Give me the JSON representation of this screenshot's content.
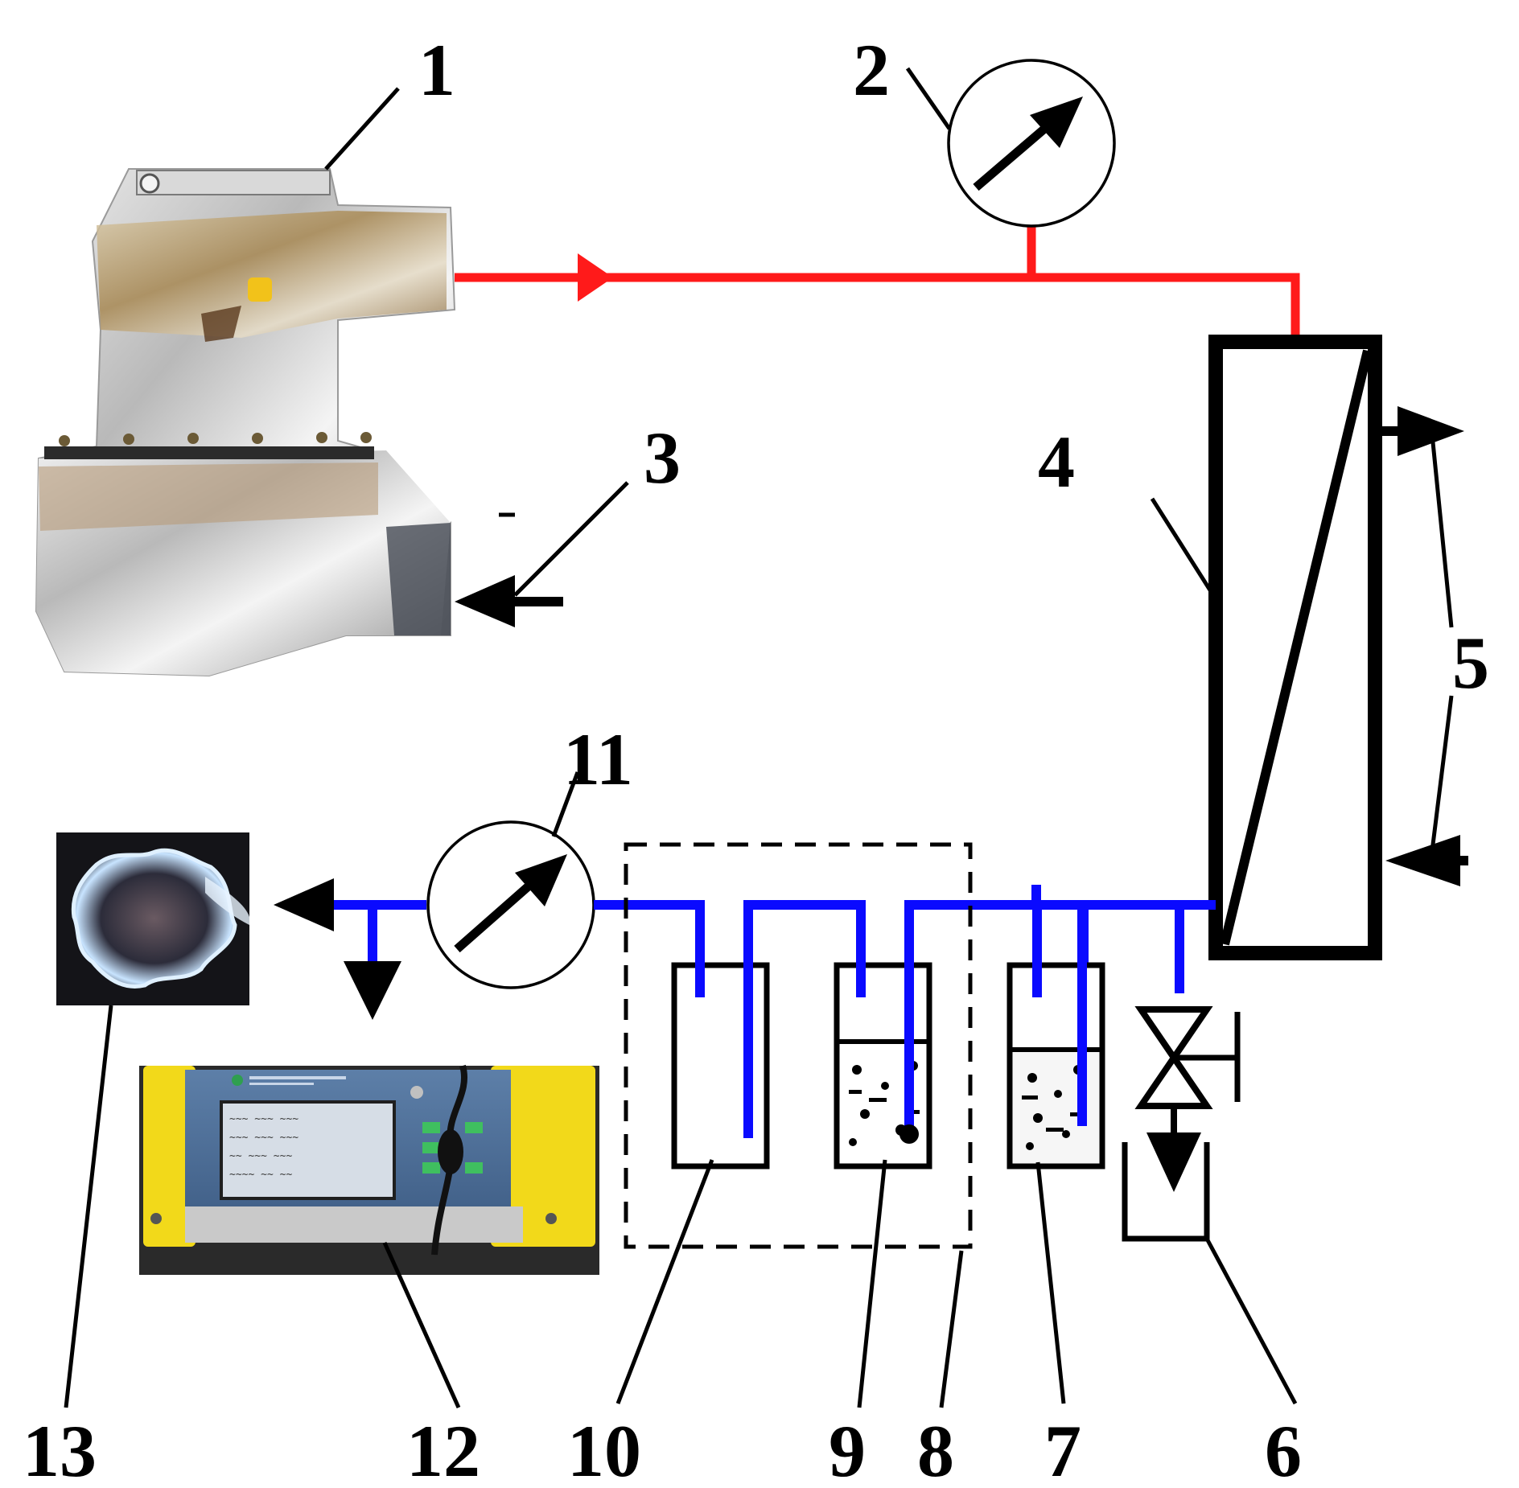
{
  "labels": {
    "l1": "1",
    "l2": "2",
    "l3": "3",
    "l4": "4",
    "l5": "5",
    "l6": "6",
    "l7": "7",
    "l8": "8",
    "l9": "9",
    "l10": "10",
    "l11": "11",
    "l12": "12",
    "l13": "13"
  },
  "colors": {
    "hot_line": "#ff1a1a",
    "cool_line": "#0a0aff",
    "outline": "#000000"
  }
}
